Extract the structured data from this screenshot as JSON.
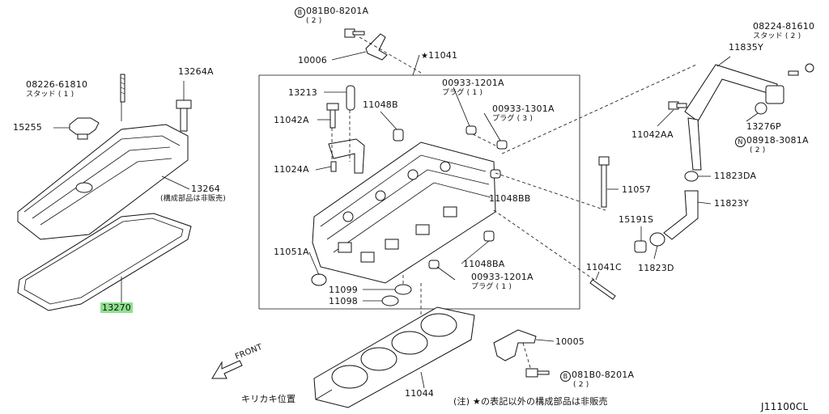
{
  "labels": {
    "p081b0_top": "081B0-8201A",
    "p081b0_top_qty": "( 2 )",
    "p10006": "10006",
    "p11041": "11041",
    "p13264a": "13264A",
    "p08226": "08226-61810",
    "p08226_sub": "スタッド ( 1 )",
    "p15255": "15255",
    "p13264": "13264",
    "p13264_note": "(構成部品は非販売)",
    "p13270": "13270",
    "p13213": "13213",
    "p11042a": "11042A",
    "p11048b": "11048B",
    "p11024a": "11024A",
    "p00933_a": "00933-1201A",
    "p00933_a_sub": "プラグ ( 1 )",
    "p00933_b": "00933-1301A",
    "p00933_b_sub": "プラグ ( 3 )",
    "p11048bb": "11048BB",
    "p11051a": "11051A",
    "p11099": "11099",
    "p11098": "11098",
    "p11048ba": "11048BA",
    "p00933_c": "00933-1201A",
    "p00933_c_sub": "プラグ ( 1 )",
    "p11041c": "11041C",
    "p11057": "11057",
    "p11042aa": "11042AA",
    "p08224": "08224-81610",
    "p08224_sub": "スタッド ( 2 )",
    "p11835y": "11835Y",
    "p13276p": "13276P",
    "p08918": "08918-3081A",
    "p08918_qty": "( 2 )",
    "p11823da": "11823DA",
    "p11823y": "11823Y",
    "p15191s": "15191S",
    "p11823d": "11823D",
    "p10005": "10005",
    "p081b0_bot": "081B0-8201A",
    "p081b0_bot_qty": "( 2 )",
    "p11044": "11044",
    "kirikaki": "キリカキ位置",
    "note": "(注) ★の表記以外の構成部品は非販売",
    "front": "FRONT",
    "diagram_code": "J11100CL",
    "b_marker": "B",
    "n_marker": "N"
  }
}
